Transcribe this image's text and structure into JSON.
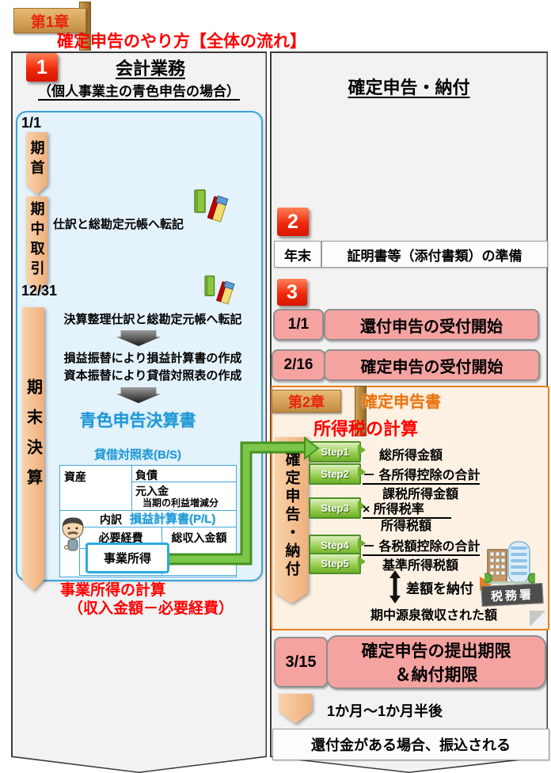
{
  "header": {
    "chapter_sign": "第1章",
    "title": "確定申告のやり方【全体の流れ】"
  },
  "left_panel": {
    "badge": "1",
    "title": "会計業務",
    "subtitle": "（個人事業主の青色申告の場合）",
    "timeline": {
      "start_date": "1/1",
      "start_label": "期首",
      "mid_label": "期中取引",
      "end_date": "12/31",
      "end_label": "期末決算"
    },
    "tasks": {
      "journal_posting": "仕訳と総勘定元帳へ転記",
      "closing_posting": "決算整理仕訳と総勘定元帳へ転記",
      "pl_creation": "損益振替により損益計算書の作成",
      "bs_creation": "資本振替により貸借対照表の作成"
    },
    "blue_return_title": "青色申告決算書",
    "bs_table": {
      "title": "貸借対照表(B/S)",
      "assets": "資産",
      "liabilities": "負債",
      "capital": "元入金",
      "profit_note": "当期の利益増減分"
    },
    "pl_table": {
      "breakdown": "内訳",
      "title": "損益計算書(P/L)",
      "expenses": "必要経費",
      "revenue": "総収入金額",
      "business_income": "事業所得"
    },
    "income_calc": {
      "line1": "事業所得の計算",
      "line2": "（収入金額－必要経費）"
    }
  },
  "right_panel": {
    "title": "確定申告・納付",
    "badge_yearend": "2",
    "yearend": {
      "date": "年末",
      "task": "証明書等（添付書類）の準備"
    },
    "badge_filing": "3",
    "filing_rows": [
      {
        "date": "1/1",
        "label": "還付申告の受付開始"
      },
      {
        "date": "2/16",
        "label": "確定申告の受付開始"
      }
    ],
    "chapter2": {
      "sign": "第2章",
      "form_title": "確定申告書",
      "calc_title": "所得税の計算",
      "banner": "確定申告・納付",
      "steps": [
        {
          "label": "Step1",
          "formula": "総所得金額"
        },
        {
          "label": "Step2",
          "formula": "－ 各所得控除の合計",
          "result": "課税所得金額"
        },
        {
          "label": "Step3",
          "formula": "× 所得税率",
          "result": "所得税額"
        },
        {
          "label": "Step4",
          "formula": "－ 各税額控除の合計"
        },
        {
          "label": "Step5",
          "formula": "基準所得税額"
        }
      ],
      "payment_note": "差額を納付",
      "tax_office_label": "税務署",
      "withholding_note": "期中源泉徴収された額"
    },
    "deadline": {
      "date": "3/15",
      "line1": "確定申告の提出期限",
      "line2": "＆納付期限"
    },
    "after_note": "1か月～1か月半後",
    "refund_note": "還付金がある場合、振込される"
  },
  "colors": {
    "accent_red": "#FF0000",
    "panel_gray": "#F2F2F2",
    "blue_box": "#E4F2FB",
    "pink": "#F5A3A1",
    "peach": "#F3BD8E",
    "green_pipe": "#7CC649",
    "orange": "#E87E1E"
  }
}
